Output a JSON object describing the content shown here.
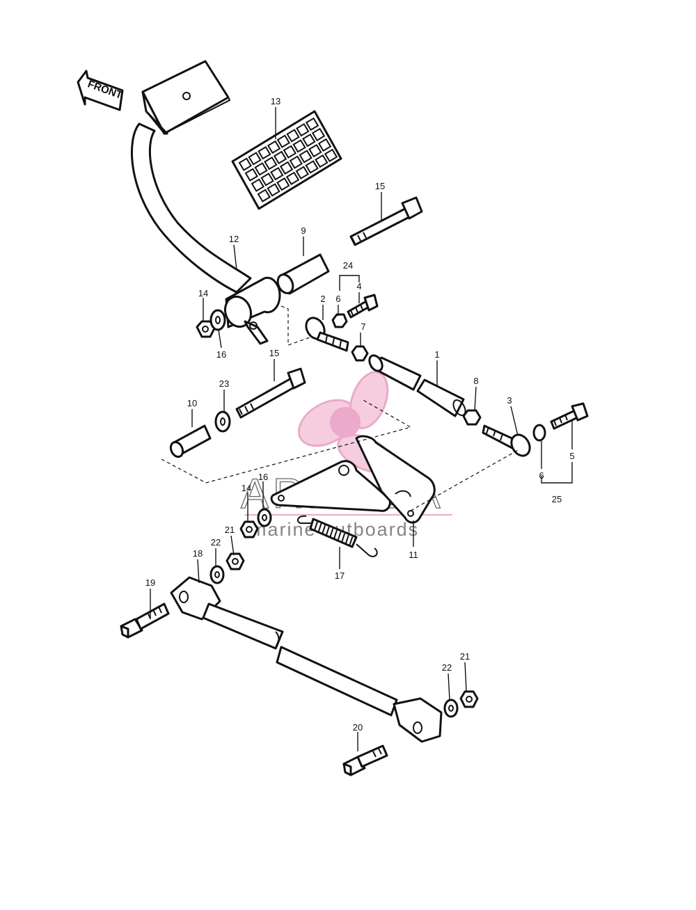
{
  "front_label": "FRONT",
  "watermark": {
    "brand": "ARMADA",
    "tagline": "marine outboards",
    "colors": {
      "pink": "#e9a1c4",
      "pink_light": "#f4c8dc",
      "gray": "#666666"
    }
  },
  "callouts": [
    {
      "id": "c1",
      "label": "1"
    },
    {
      "id": "c2",
      "label": "2"
    },
    {
      "id": "c3",
      "label": "3"
    },
    {
      "id": "c4",
      "label": "4"
    },
    {
      "id": "c5",
      "label": "5"
    },
    {
      "id": "c6a",
      "label": "6"
    },
    {
      "id": "c6b",
      "label": "6"
    },
    {
      "id": "c7",
      "label": "7"
    },
    {
      "id": "c8",
      "label": "8"
    },
    {
      "id": "c9",
      "label": "9"
    },
    {
      "id": "c10",
      "label": "10"
    },
    {
      "id": "c11",
      "label": "11"
    },
    {
      "id": "c12",
      "label": "12"
    },
    {
      "id": "c13",
      "label": "13"
    },
    {
      "id": "c14a",
      "label": "14"
    },
    {
      "id": "c14b",
      "label": "14"
    },
    {
      "id": "c15a",
      "label": "15"
    },
    {
      "id": "c15b",
      "label": "15"
    },
    {
      "id": "c16a",
      "label": "16"
    },
    {
      "id": "c16b",
      "label": "16"
    },
    {
      "id": "c17",
      "label": "17"
    },
    {
      "id": "c18",
      "label": "18"
    },
    {
      "id": "c19",
      "label": "19"
    },
    {
      "id": "c20",
      "label": "20"
    },
    {
      "id": "c21a",
      "label": "21"
    },
    {
      "id": "c21b",
      "label": "21"
    },
    {
      "id": "c22a",
      "label": "22"
    },
    {
      "id": "c22b",
      "label": "22"
    },
    {
      "id": "c23",
      "label": "23"
    },
    {
      "id": "c24",
      "label": "24"
    },
    {
      "id": "c25",
      "label": "25"
    }
  ]
}
